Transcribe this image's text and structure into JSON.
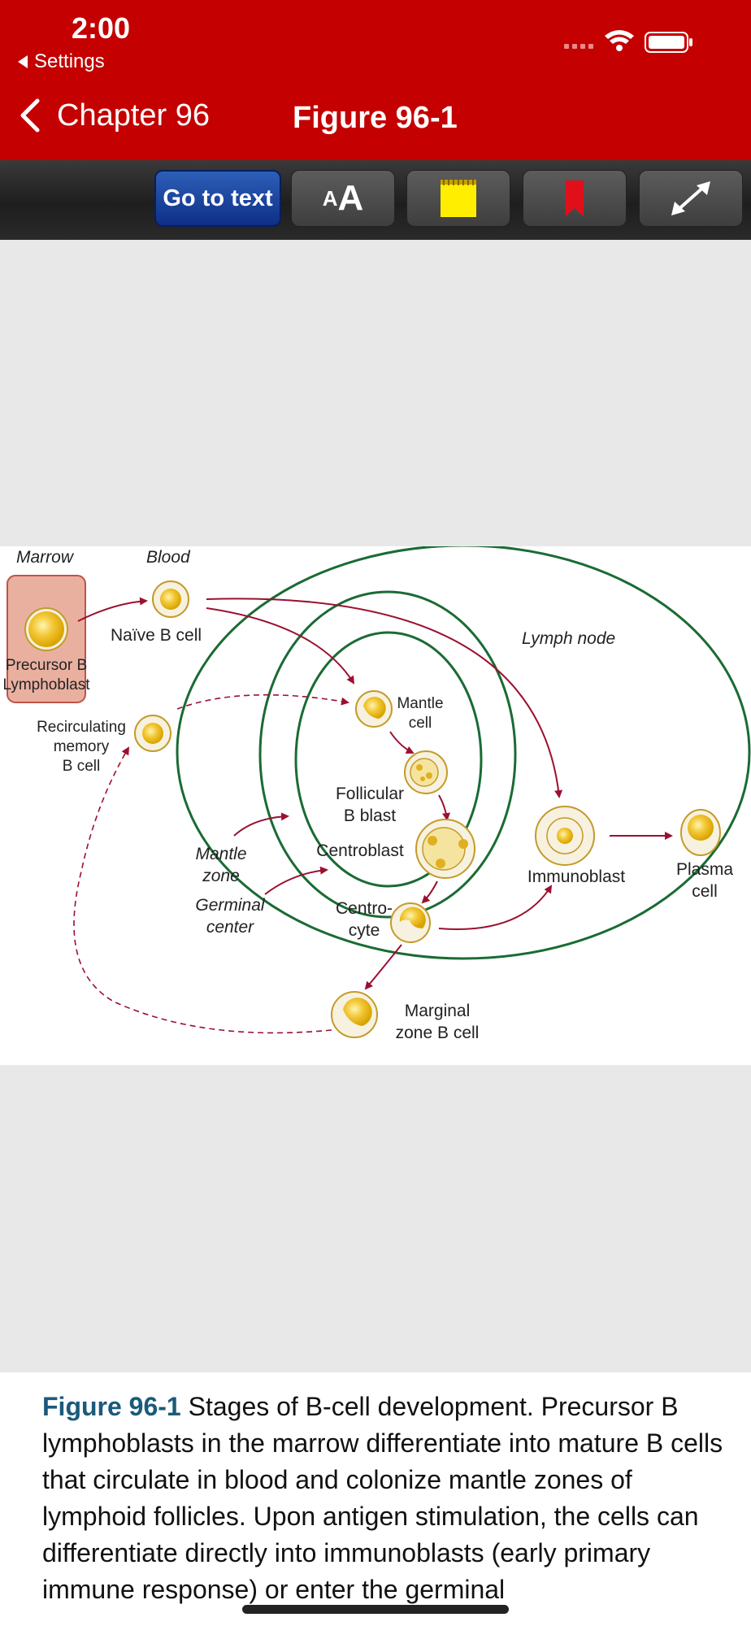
{
  "status": {
    "time": "2:00",
    "back_app": "Settings"
  },
  "nav": {
    "back_label": "Chapter 96",
    "title": "Figure 96-1"
  },
  "toolbar": {
    "go_to_text": "Go to text",
    "text_size_small": "A",
    "text_size_large": "A"
  },
  "figure": {
    "labels": {
      "marrow": "Marrow",
      "blood": "Blood",
      "naive": "Naïve B cell",
      "lymph_node": "Lymph node",
      "precursor_1": "Precursor B",
      "precursor_2": "Lymphoblast",
      "recirc_1": "Recirculating",
      "recirc_2": "memory",
      "recirc_3": "B cell",
      "mantle_cell_1": "Mantle",
      "mantle_cell_2": "cell",
      "follicular_1": "Follicular",
      "follicular_2": "B blast",
      "mantle_zone_1": "Mantle",
      "mantle_zone_2": "zone",
      "centroblast": "Centroblast",
      "germinal_1": "Germinal",
      "germinal_2": "center",
      "centrocyte_1": "Centro-",
      "centrocyte_2": "cyte",
      "immunoblast": "Immunoblast",
      "plasma_1": "Plasma",
      "plasma_2": "cell",
      "marginal_1": "Marginal",
      "marginal_2": "zone B cell"
    }
  },
  "caption": {
    "label": "Figure 96-1",
    "text": " Stages of B-cell development. Precursor B lymphoblasts in the marrow differentiate into mature B cells that circulate in blood and colonize mantle zones of lymphoid follicles. Upon antigen stimulation, the cells can differentiate directly into immunoblasts (early primary immune response) or enter the germinal"
  },
  "colors": {
    "header_red": "#c40000",
    "arrow_red": "#9b1030",
    "node_green": "#1a6b34",
    "caption_blue": "#1a5a7a"
  }
}
